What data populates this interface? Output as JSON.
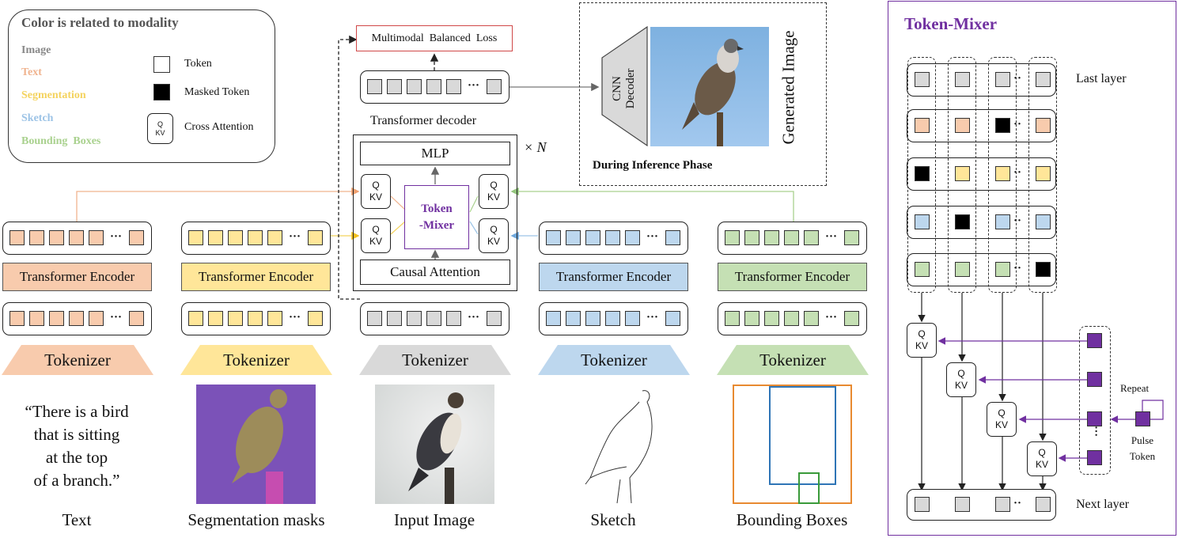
{
  "legend": {
    "title": "Color is related to modality",
    "modalities": [
      {
        "name": "Image",
        "color": "#888888"
      },
      {
        "name": "Text",
        "color": "#f0b38e"
      },
      {
        "name": "Segmentation",
        "color": "#f4d35e"
      },
      {
        "name": "Sketch",
        "color": "#9cc3e6"
      },
      {
        "name": "Bounding  Boxes",
        "color": "#a9d18e"
      }
    ],
    "token_label": "Token",
    "masked_token_label": "Masked Token",
    "cross_attention_label": "Cross Attention",
    "q_label": "Q",
    "kv_label": "KV"
  },
  "colors": {
    "image": "#d9d9d9",
    "text": "#f8cbad",
    "segmentation": "#ffe699",
    "sketch": "#bdd7ee",
    "bbox": "#c5e0b4",
    "purple": "#7030a0",
    "masked": "#000000"
  },
  "loss": {
    "label": "Multimodal  Balanced  Loss"
  },
  "decoder": {
    "title": "Transformer decoder",
    "mlp": "MLP",
    "token_mixer": "Token\n-Mixer",
    "causal_attention": "Causal Attention",
    "repeat": "× N",
    "q": "Q",
    "kv": "KV"
  },
  "inference": {
    "cnn_decoder": "CNN\nDecoder",
    "generated_image": "Generated Image",
    "caption": "During Inference Phase"
  },
  "encoders": [
    {
      "id": "text",
      "label": "Transformer Encoder"
    },
    {
      "id": "seg",
      "label": "Transformer Encoder"
    },
    {
      "id": "sketch",
      "label": "Transformer Encoder"
    },
    {
      "id": "bbox",
      "label": "Transformer Encoder"
    }
  ],
  "tokenizers": [
    {
      "id": "text",
      "label": "Tokenizer"
    },
    {
      "id": "seg",
      "label": "Tokenizer"
    },
    {
      "id": "image",
      "label": "Tokenizer"
    },
    {
      "id": "sketch",
      "label": "Tokenizer"
    },
    {
      "id": "bbox",
      "label": "Tokenizer"
    }
  ],
  "inputs": {
    "text_quote": "“There is a bird\nthat is sitting\nat the top\nof a branch.”",
    "captions": [
      "Text",
      "Segmentation masks",
      "Input Image",
      "Sketch",
      "Bounding Boxes"
    ]
  },
  "token_mixer_panel": {
    "title": "Token-Mixer",
    "last_layer": "Last layer",
    "next_layer": "Next layer",
    "repeat": "Repeat",
    "pulse_token": "Pulse\nToken",
    "q": "Q",
    "kv": "KV"
  }
}
